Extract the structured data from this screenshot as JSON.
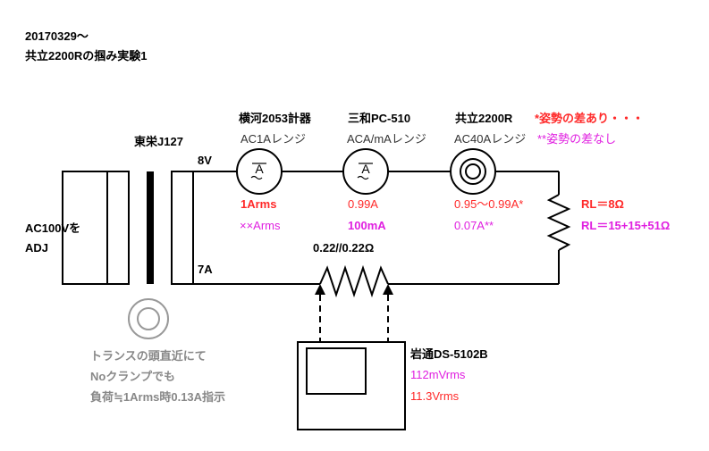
{
  "header": {
    "date": "20170329～",
    "title": "共立2200Rの掴み実験1"
  },
  "source": {
    "line1": "AC100Vを",
    "line2": "ADJ"
  },
  "transformer": {
    "name": "東栄J127",
    "tap_high": "8V",
    "tap_low": "7A"
  },
  "meters": [
    {
      "name": "横河2053計器",
      "range": "AC1Aレンジ",
      "reading1": "1Arms",
      "reading2": "××Arms",
      "glyph": "A"
    },
    {
      "name": "三和PC-510",
      "range": "ACA/mAレンジ",
      "reading1": "0.99A",
      "reading2": "100mA",
      "glyph": "A"
    },
    {
      "name": "共立2200R",
      "range": "AC40Aレンジ",
      "reading1": "0.95～0.99A*",
      "reading2": "0.07A**"
    }
  ],
  "notes": {
    "note1": "*姿勢の差あり・・・",
    "note2": "**姿勢の差なし"
  },
  "load": {
    "rl1": "RL＝8Ω",
    "rl2": "RL＝15+15+51Ω"
  },
  "shunt": {
    "label": "0.22//0.22Ω"
  },
  "scope": {
    "name": "岩通DS-5102B",
    "reading1": "112mVrms",
    "reading2": "11.3Vrms"
  },
  "clamp_note": {
    "line1": "トランスの頭直近にて",
    "line2": "Noクランプでも",
    "line3": "負荷≒1Arms時0.13A指示"
  },
  "colors": {
    "red": "#ff2a2a",
    "magenta": "#e020e0",
    "gray": "#888888",
    "line": "#000000"
  }
}
